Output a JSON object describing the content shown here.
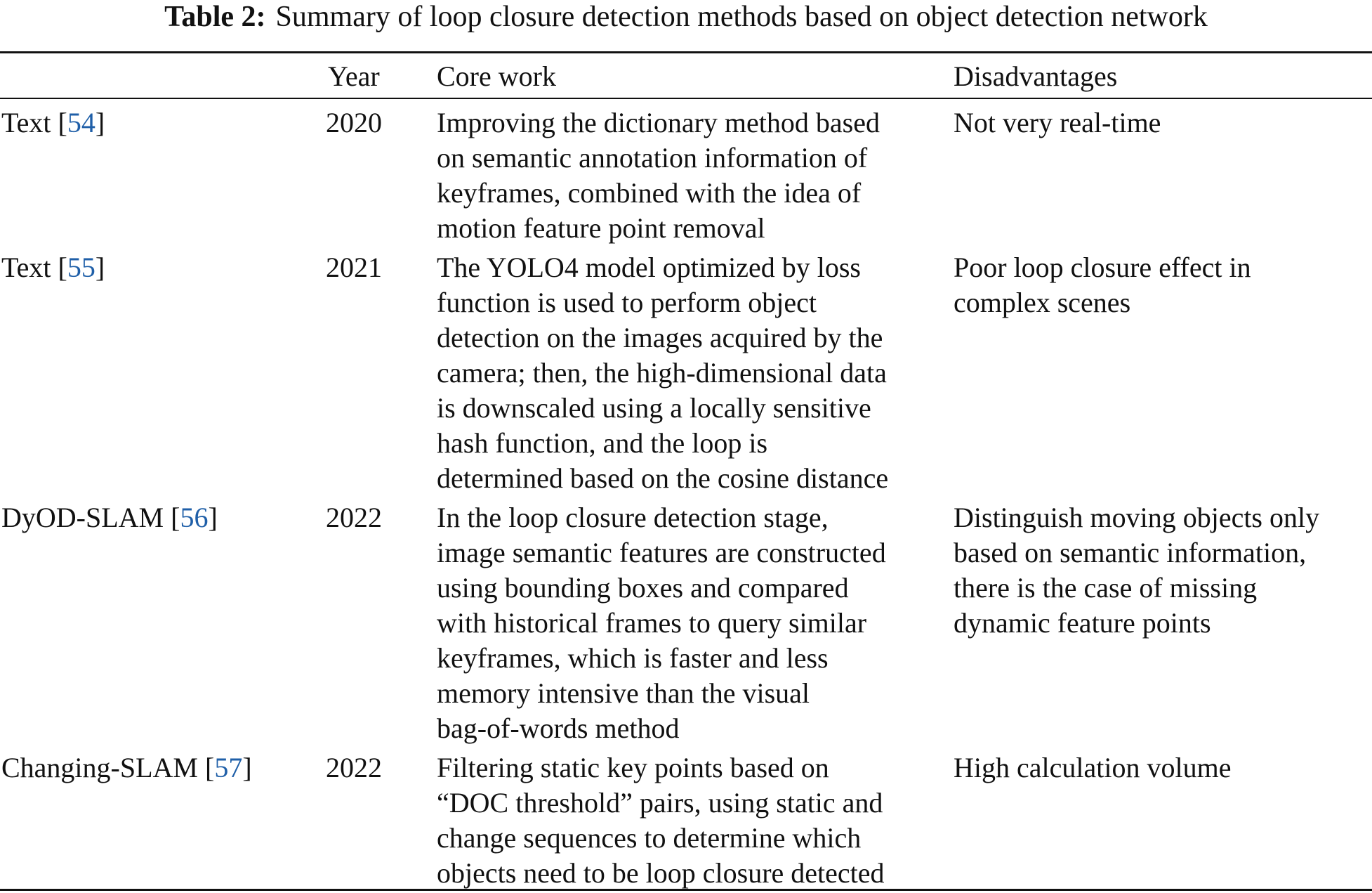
{
  "caption": {
    "label": "Table 2:",
    "text": "Summary of loop closure detection methods based on object detection network"
  },
  "headers": {
    "method": "",
    "year": "Year",
    "core": "Core work",
    "disadvantages": "Disadvantages"
  },
  "rows": [
    {
      "name": "Text",
      "ref": "54",
      "year": "2020",
      "core": [
        "Improving the dictionary method based",
        "on semantic annotation information of",
        "keyframes, combined with the idea of",
        "motion feature point removal"
      ],
      "disadvantages": [
        "Not very real-time"
      ]
    },
    {
      "name": "Text",
      "ref": "55",
      "year": "2021",
      "core": [
        "The YOLO4 model optimized by loss",
        "function is used to perform object",
        "detection on the images acquired by the",
        "camera; then, the high-dimensional data",
        "is downscaled using a locally sensitive",
        "hash function, and the loop is",
        "determined based on the cosine distance"
      ],
      "disadvantages": [
        "Poor loop closure effect in",
        "complex scenes"
      ]
    },
    {
      "name": "DyOD-SLAM",
      "ref": "56",
      "year": "2022",
      "core": [
        "In the loop closure detection stage,",
        "image semantic features are constructed",
        "using bounding boxes and compared",
        "with historical frames to query similar",
        "keyframes, which is faster and less",
        "memory intensive than the visual",
        "bag-of-words method"
      ],
      "disadvantages": [
        "Distinguish moving objects only",
        "based on semantic information,",
        "there is the case of missing",
        "dynamic feature points"
      ]
    },
    {
      "name": "Changing-SLAM",
      "ref": "57",
      "year": "2022",
      "core": [
        "Filtering static key points based on",
        "“DOC threshold” pairs, using static and",
        "change sequences to determine which",
        "objects need to be loop closure detected"
      ],
      "disadvantages": [
        "High calculation volume"
      ]
    }
  ]
}
